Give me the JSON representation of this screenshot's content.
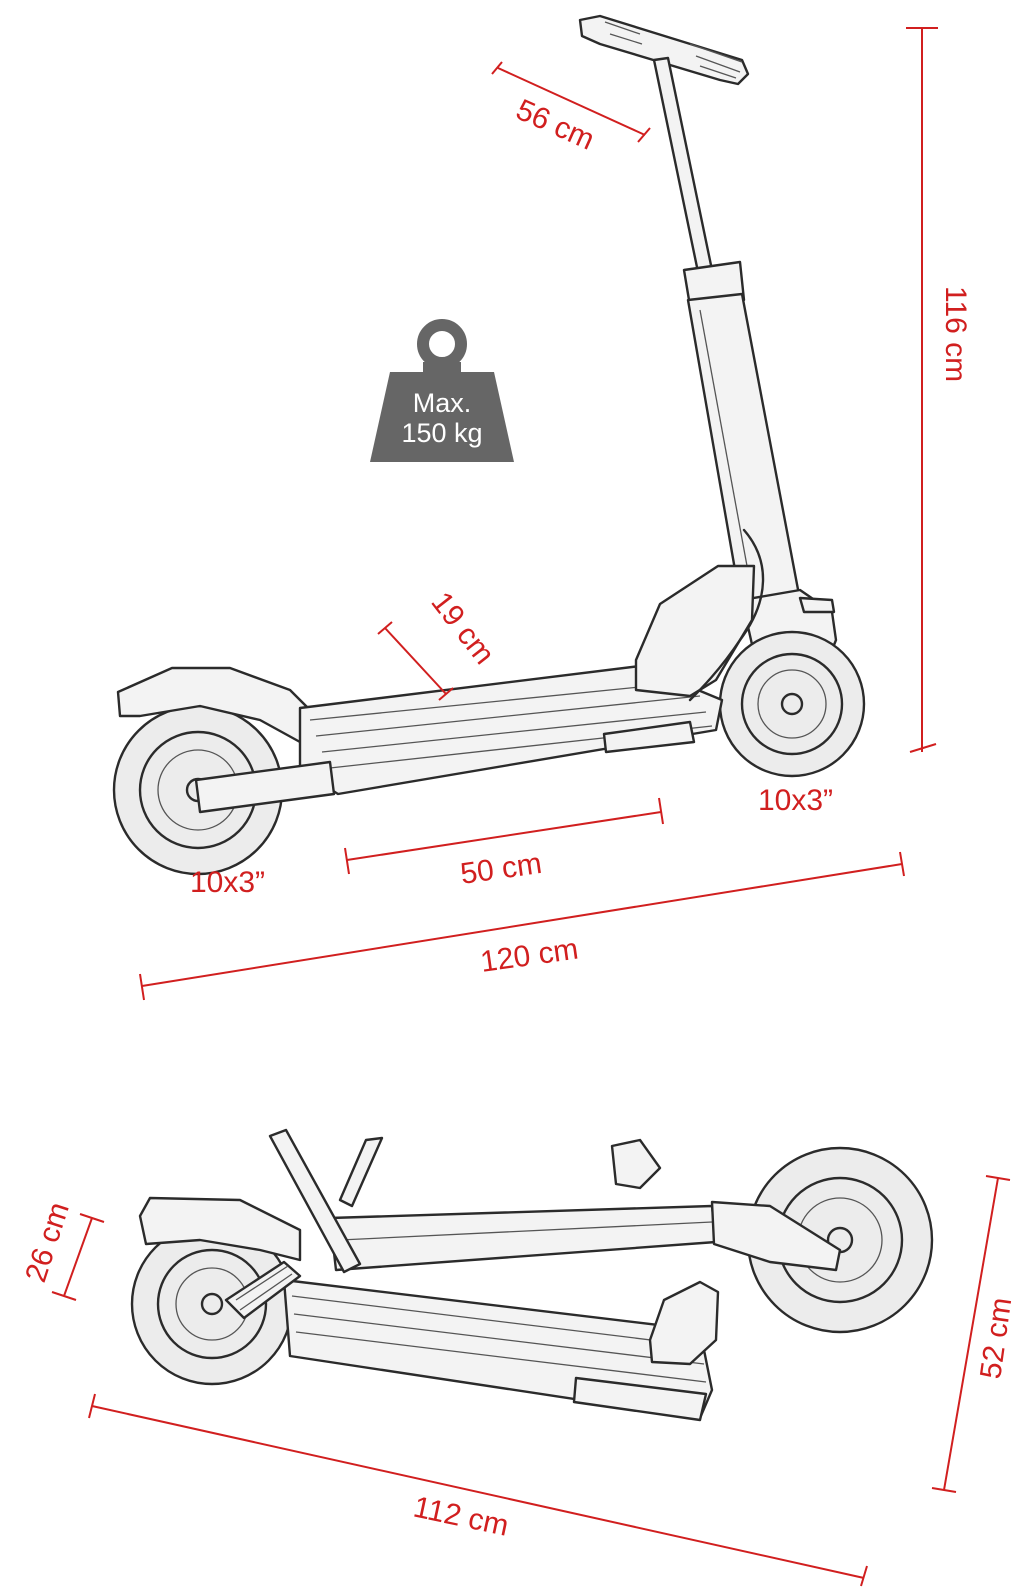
{
  "colors": {
    "dimension": "#d11f1f",
    "weight_icon": "#666666",
    "sketch": "#2b2b2b"
  },
  "weight_badge": {
    "line1": "Max.",
    "line2": "150 kg",
    "icon": "weight-icon"
  },
  "dimensions": {
    "handlebar_width": "56 cm",
    "total_height": "116 cm",
    "deck_width": "19 cm",
    "deck_length": "50 cm",
    "total_length": "120 cm",
    "rear_wheel": "10x3”",
    "front_wheel": "10x3”",
    "folded_height": "26 cm",
    "folded_width": "52 cm",
    "folded_length": "112 cm"
  }
}
